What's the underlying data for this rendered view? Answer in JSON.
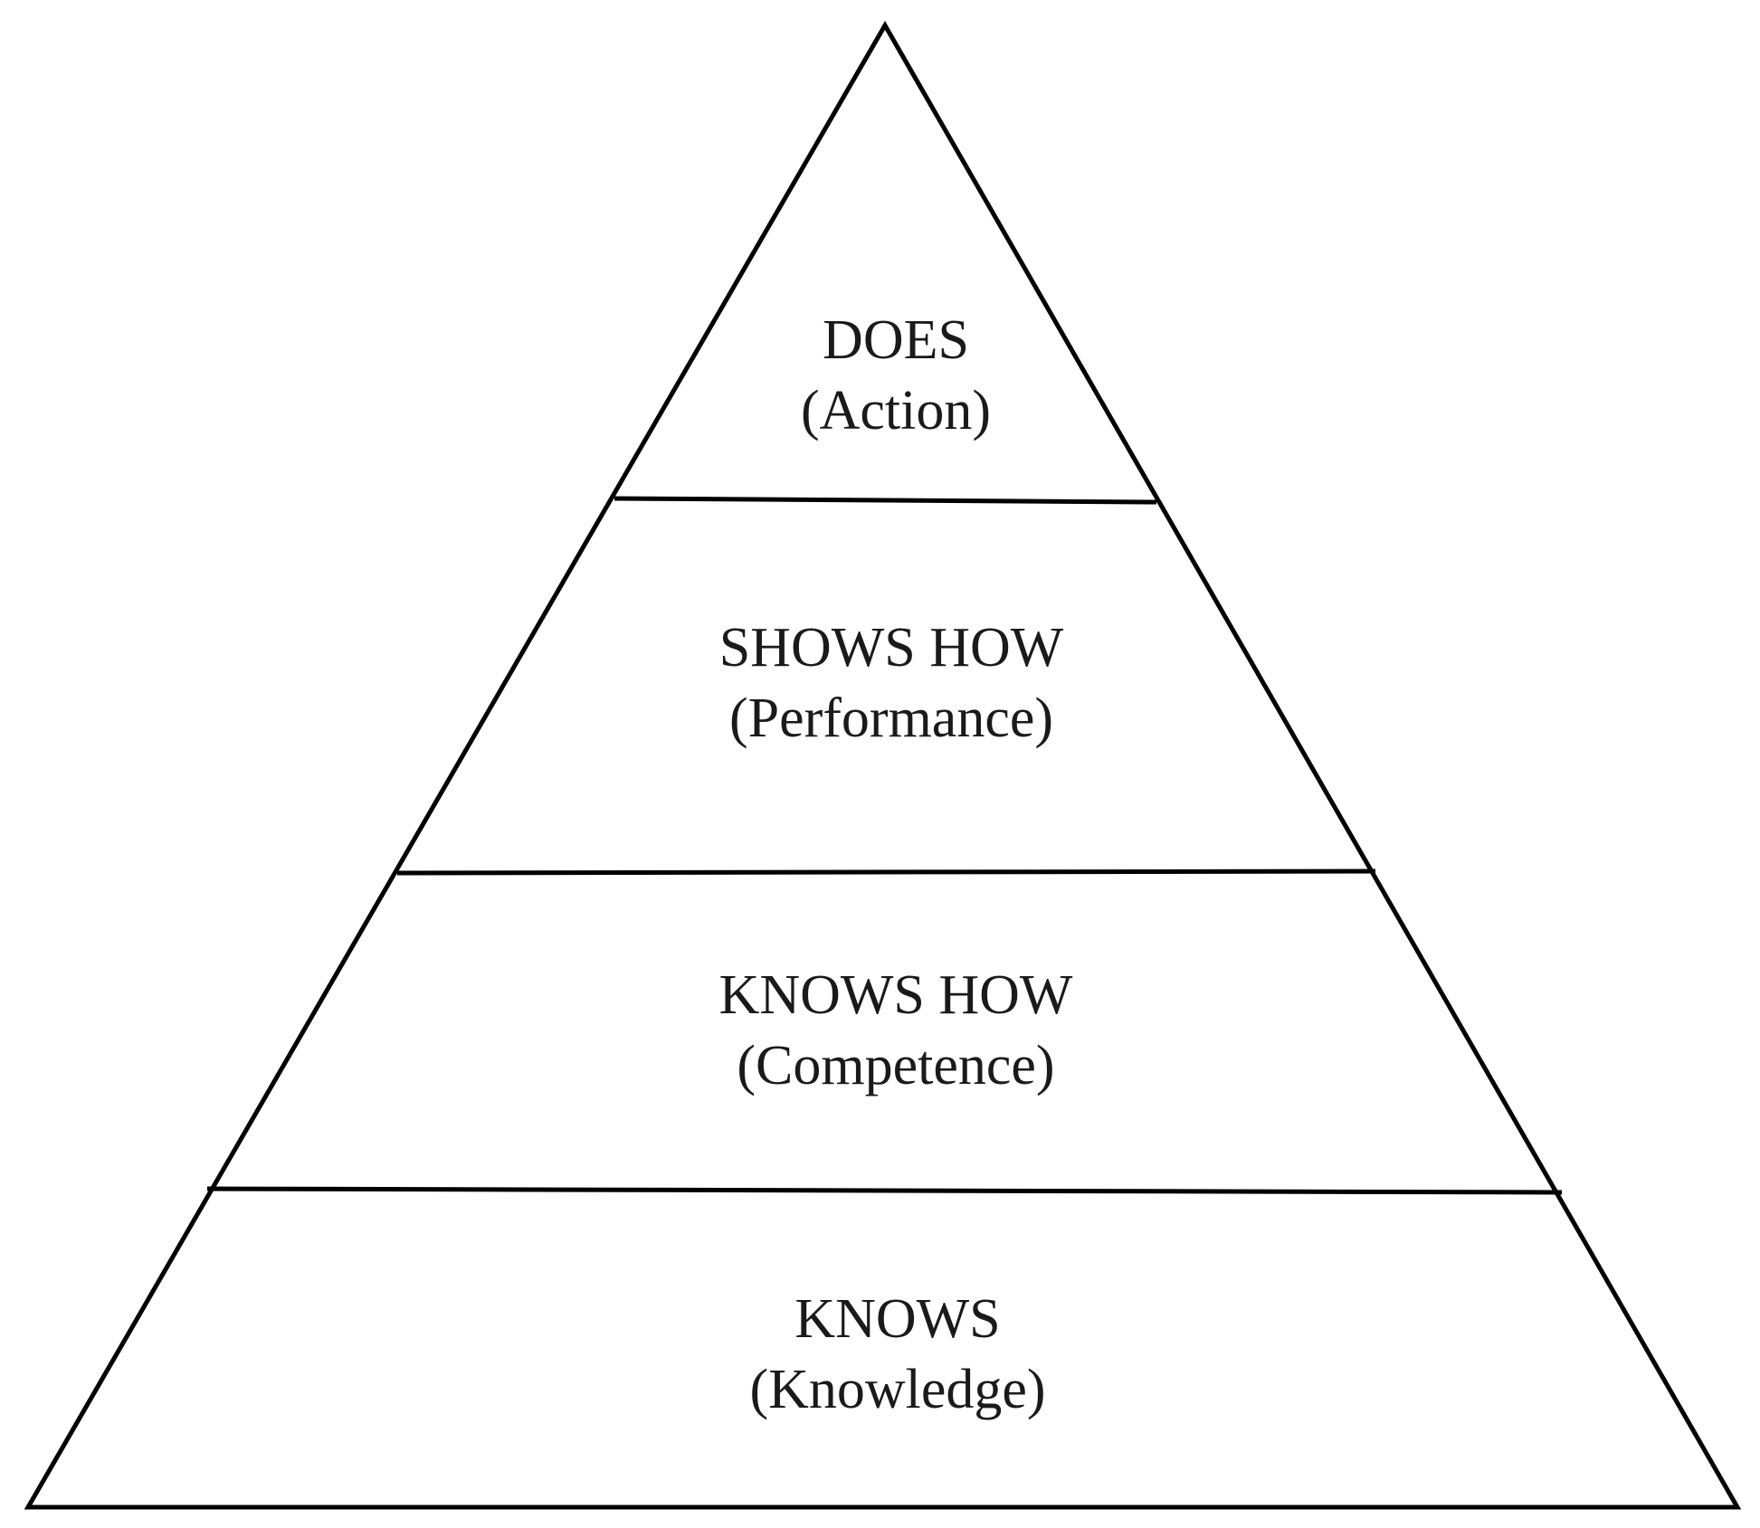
{
  "diagram": {
    "type": "pyramid",
    "line_color": "#000000",
    "text_color": "#1a1a1a",
    "background_color": "#ffffff",
    "levels": [
      {
        "title": "DOES",
        "subtitle": "(Action)"
      },
      {
        "title": "SHOWS HOW",
        "subtitle": "(Performance)"
      },
      {
        "title": "KNOWS HOW",
        "subtitle": "(Competence)"
      },
      {
        "title": "KNOWS",
        "subtitle": "(Knowledge)"
      }
    ]
  }
}
